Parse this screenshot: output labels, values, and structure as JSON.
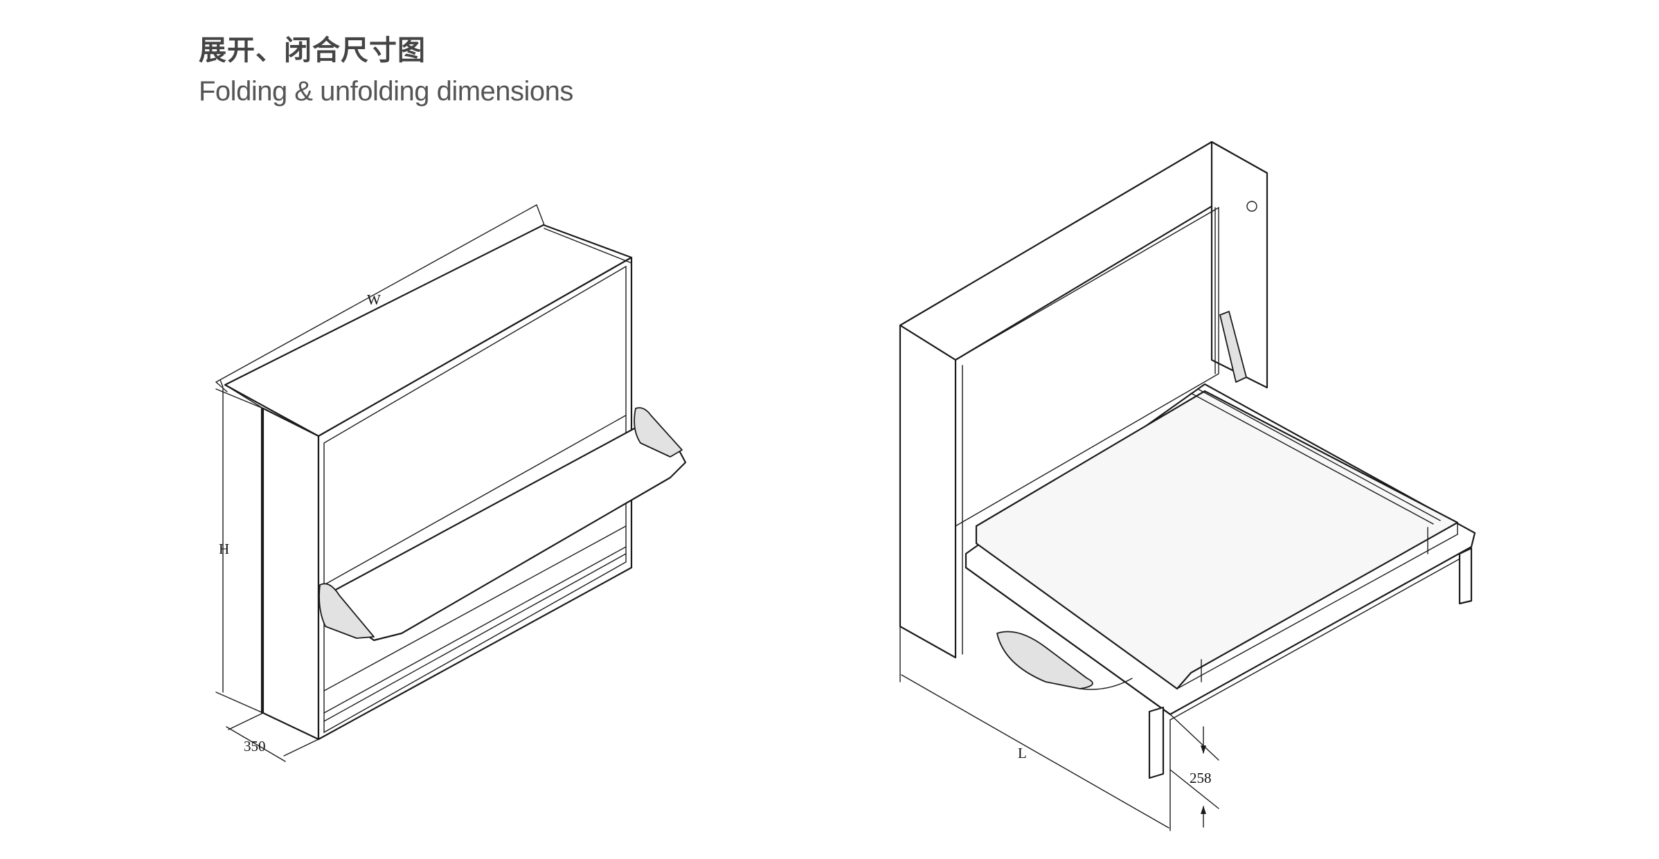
{
  "header": {
    "title_cn": "展开、闭合尺寸图",
    "title_en": "Folding & unfolding dimensions"
  },
  "folded_view": {
    "dim_width_label": "W",
    "dim_height_label": "H",
    "dim_depth_value": "350"
  },
  "unfolded_view": {
    "dim_length_label": "L",
    "dim_leg_height_value": "258"
  },
  "colors": {
    "line": "#1a1a1a",
    "title_cn": "#444444",
    "title_en": "#555555",
    "background": "#ffffff"
  }
}
